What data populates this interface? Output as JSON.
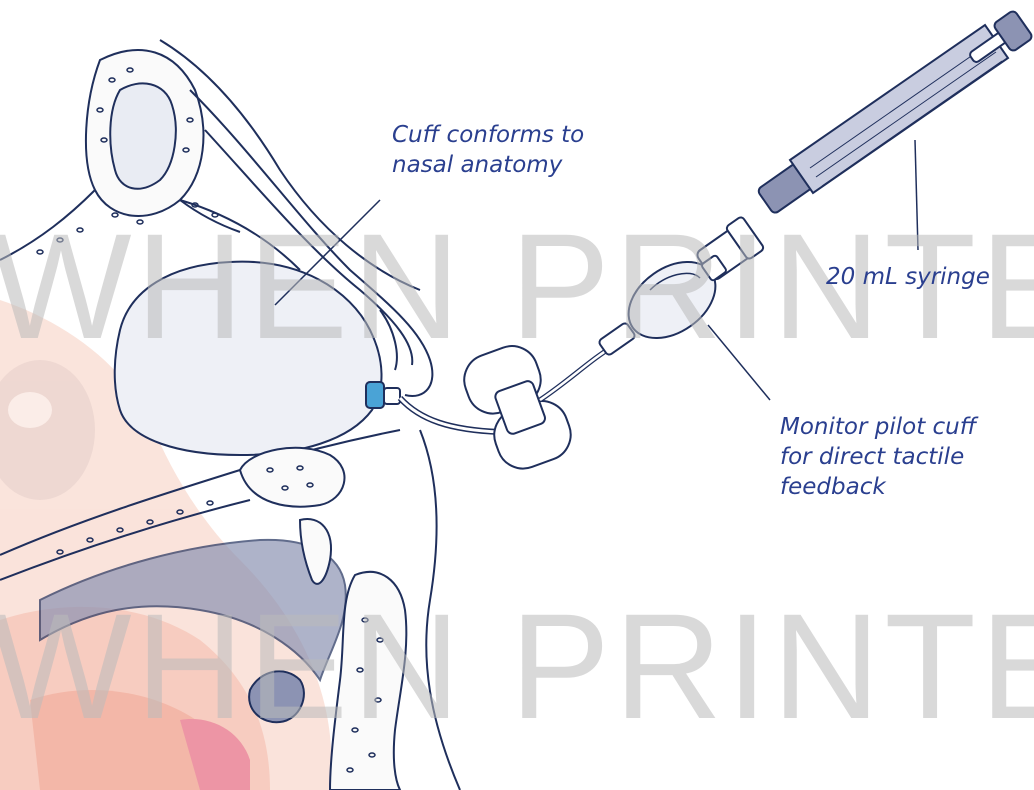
{
  "colors": {
    "ink": "#1f2f5c",
    "label": "#2a3f8f",
    "watermark": "#bbbbbb",
    "skin": "#f3b39a",
    "cuff": "#eef0f6",
    "teal_band": "#4aa3d6",
    "airway": "#8c93b3"
  },
  "labels": {
    "cuff_conforms": "Cuff conforms to\nnasal anatomy",
    "syringe": "20 mL syringe",
    "pilot_cuff": "Monitor pilot cuff\nfor direct tactile\nfeedback"
  },
  "watermark": {
    "line1": "WHEN PRINTE",
    "line2": "WHEN PRINTE"
  }
}
